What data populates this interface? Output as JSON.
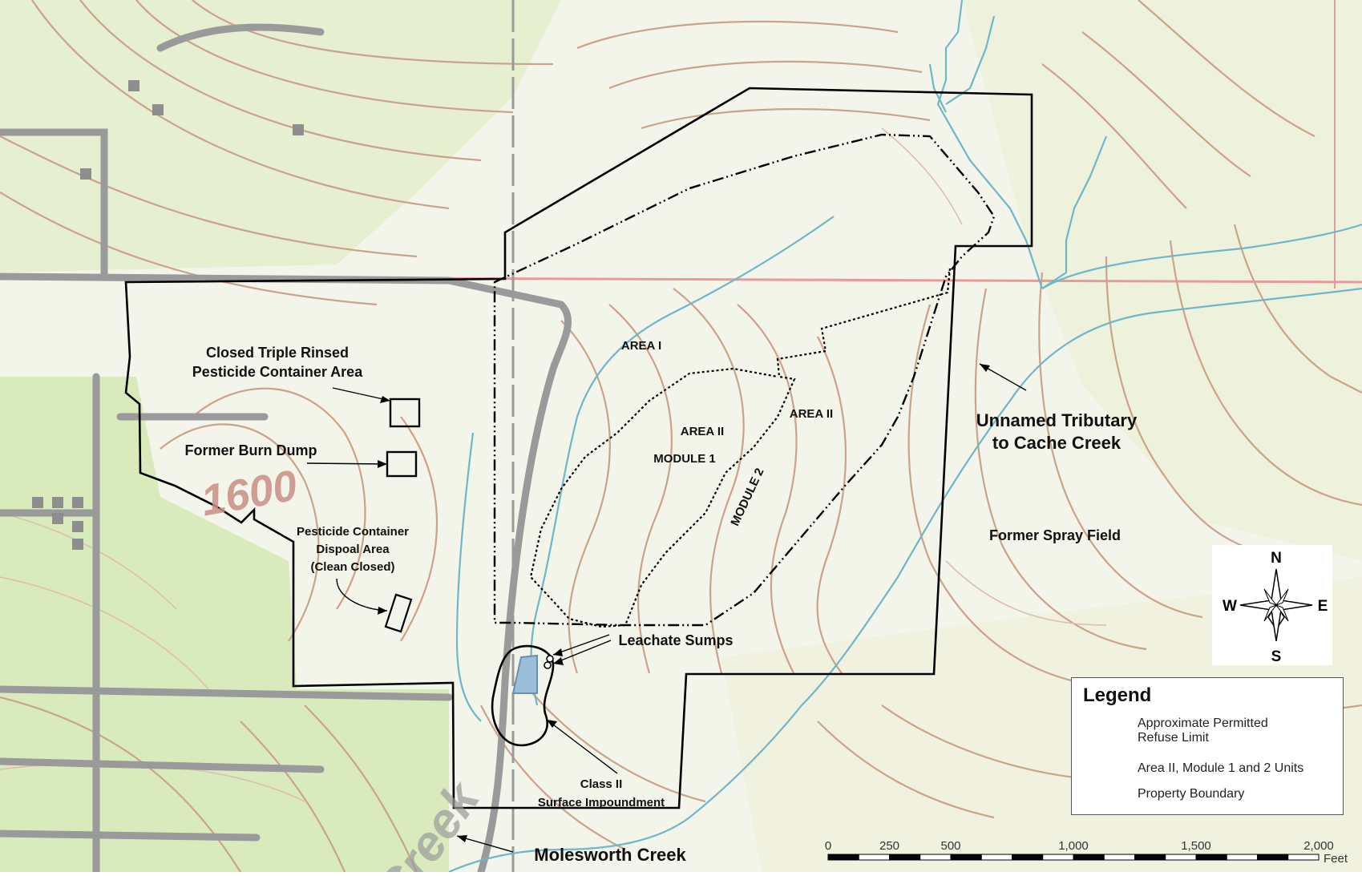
{
  "labels": {
    "closed_triple_1": "Closed Triple Rinsed",
    "closed_triple_2": "Pesticide Container Area",
    "burn_dump": "Former Burn Dump",
    "pest_disposal_1": "Pesticide Container",
    "pest_disposal_2": "Dispoal Area",
    "pest_disposal_3": "(Clean Closed)",
    "area1": "AREA I",
    "area2_a": "AREA II",
    "area2_b": "AREA II",
    "module1": "MODULE 1",
    "module2": "MODULE 2",
    "leachate": "Leachate Sumps",
    "class2_1": "Class II",
    "class2_2": "Surface Impoundment",
    "tributary_1": "Unnamed Tributary",
    "tributary_2": "to Cache Creek",
    "spray_field": "Former Spray Field",
    "molesworth": "Molesworth Creek",
    "contour_1600": "1600",
    "creek_word": "Creek"
  },
  "compass": {
    "n": "N",
    "s": "S",
    "e": "E",
    "w": "W"
  },
  "legend": {
    "title": "Legend",
    "items": [
      {
        "style": "dash-dot",
        "text_1": "Approximate Permitted",
        "text_2": "Refuse Limit"
      },
      {
        "style": "dotted",
        "text_1": "Area II, Module 1 and 2 Units",
        "text_2": ""
      },
      {
        "style": "solid",
        "text_1": "Property Boundary",
        "text_2": ""
      }
    ]
  },
  "scale": {
    "ticks": [
      {
        "label": "0",
        "value": 0
      },
      {
        "label": "250",
        "value": 250
      },
      {
        "label": "500",
        "value": 500
      },
      {
        "label": "1,000",
        "value": 1000
      },
      {
        "label": "1,500",
        "value": 1500
      },
      {
        "label": "2,000",
        "value": 2000
      }
    ],
    "unit": "Feet"
  },
  "colors": {
    "stream": "#6fb6c8",
    "contour": "#c9a38a",
    "road": "#9a9a9a",
    "vegetation": "#dff0c8",
    "grid_line": "#e89a9a"
  }
}
